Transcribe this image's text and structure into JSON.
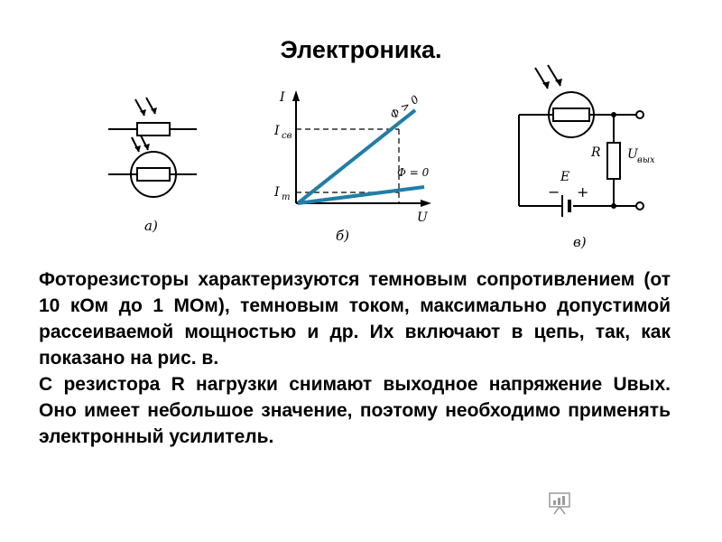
{
  "slide": {
    "title": "Электроника.",
    "paragraphs": [
      "Фоторезисторы характеризуются темновым сопротивлением (от 10 кОм до 1 МОм), темновым током, максимально допустимой рассеиваемой мощностью и др. Их включают в цепь, так, как показано на рис. в.",
      "С резистора R нагрузки снимают выходное напряжение Uвых. Оно имеет небольшое значение, поэтому необходимо применять электронный усилитель."
    ]
  },
  "figures": {
    "a": {
      "caption": "а)"
    },
    "b": {
      "caption": "б)",
      "y_axis_label": "I",
      "x_axis_label": "U",
      "i_light_label": "I",
      "i_light_sub": "св",
      "i_dark_label": "I",
      "i_dark_sub": "т",
      "curve_light_label": "Ф > 0",
      "curve_dark_label": "Ф = 0"
    },
    "c": {
      "caption": "в)",
      "resistor_label": "R",
      "source_label": "E",
      "output_label": "U",
      "output_sub": "вых",
      "minus_sign": "−",
      "plus_sign": "+"
    }
  },
  "colors": {
    "curve": "#1f7ea8",
    "ink": "#000000"
  },
  "icons": {
    "watermark": "presentation-board-icon"
  }
}
